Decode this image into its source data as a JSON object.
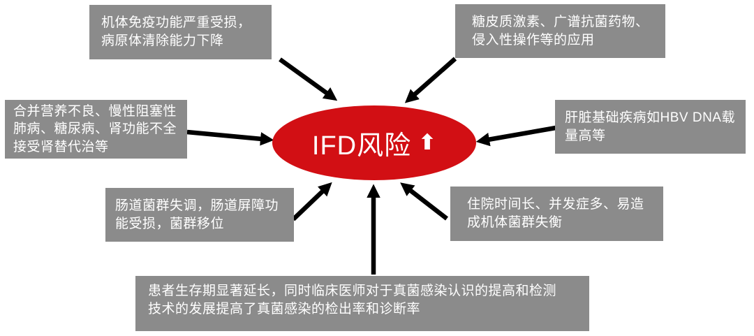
{
  "diagram": {
    "center": {
      "label": "IFD风险",
      "trend_icon": "⬆"
    },
    "factors": [
      {
        "position": "top-left",
        "text": "机体免疫功能严重受损，病原体清除能力下降"
      },
      {
        "position": "top-right",
        "text": "糖皮质激素、广谱抗菌药物、侵入性操作等的应用"
      },
      {
        "position": "middle-left",
        "text": "合并营养不良、慢性阻塞性肺病、糖尿病、肾功能不全接受肾替代治等"
      },
      {
        "position": "middle-right",
        "text": "肝脏基础疾病如HBV DNA载量高等"
      },
      {
        "position": "bottom-left",
        "text": "肠道菌群失调，肠道屏障功能受损，菌群移位"
      },
      {
        "position": "bottom-right",
        "text": "住院时间长、并发症多、易造成机体菌群失衡"
      },
      {
        "position": "bottom",
        "text": "患者生存期显著延长，同时临床医师对于真菌感染认识的提高和检测技术的发展提高了真菌感染的检出率和诊断率"
      }
    ],
    "colors": {
      "background": "#FFFFFF",
      "box_fill": "#8B8B8B",
      "box_text": "#FFFFFF",
      "center_fill": "#D20F14",
      "center_text": "#FFFFFF",
      "arrow": "#000000"
    }
  }
}
